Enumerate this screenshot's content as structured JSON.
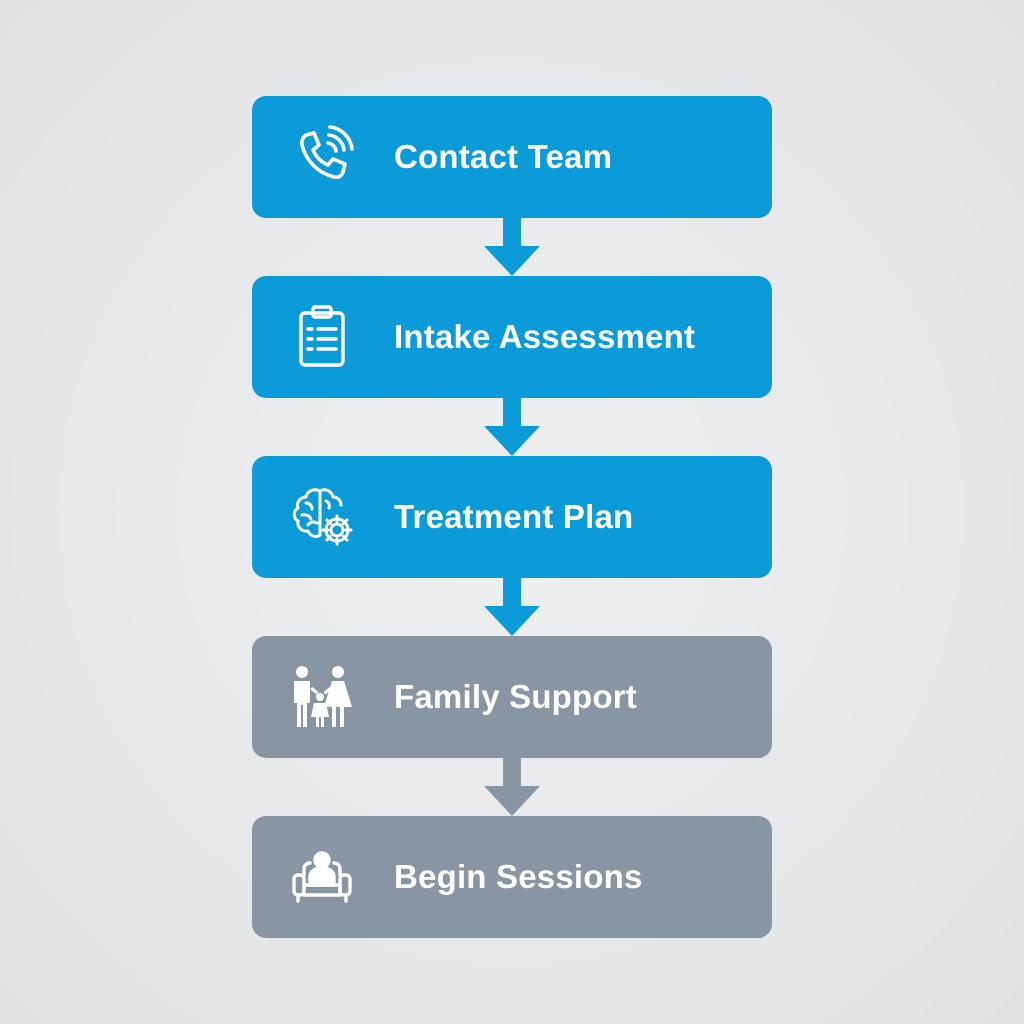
{
  "steps": [
    {
      "label": "Contact Team",
      "icon": "phone-icon",
      "status": "active"
    },
    {
      "label": "Intake Assessment",
      "icon": "clipboard-icon",
      "status": "active"
    },
    {
      "label": "Treatment Plan",
      "icon": "brain-gear-icon",
      "status": "active"
    },
    {
      "label": "Family Support",
      "icon": "family-icon",
      "status": "inactive"
    },
    {
      "label": "Begin Sessions",
      "icon": "person-couch-icon",
      "status": "inactive"
    }
  ],
  "colors": {
    "active": "#0b9bd8",
    "inactive": "#8896a4",
    "background": "#e7e8e9",
    "text": "#ffffff"
  }
}
